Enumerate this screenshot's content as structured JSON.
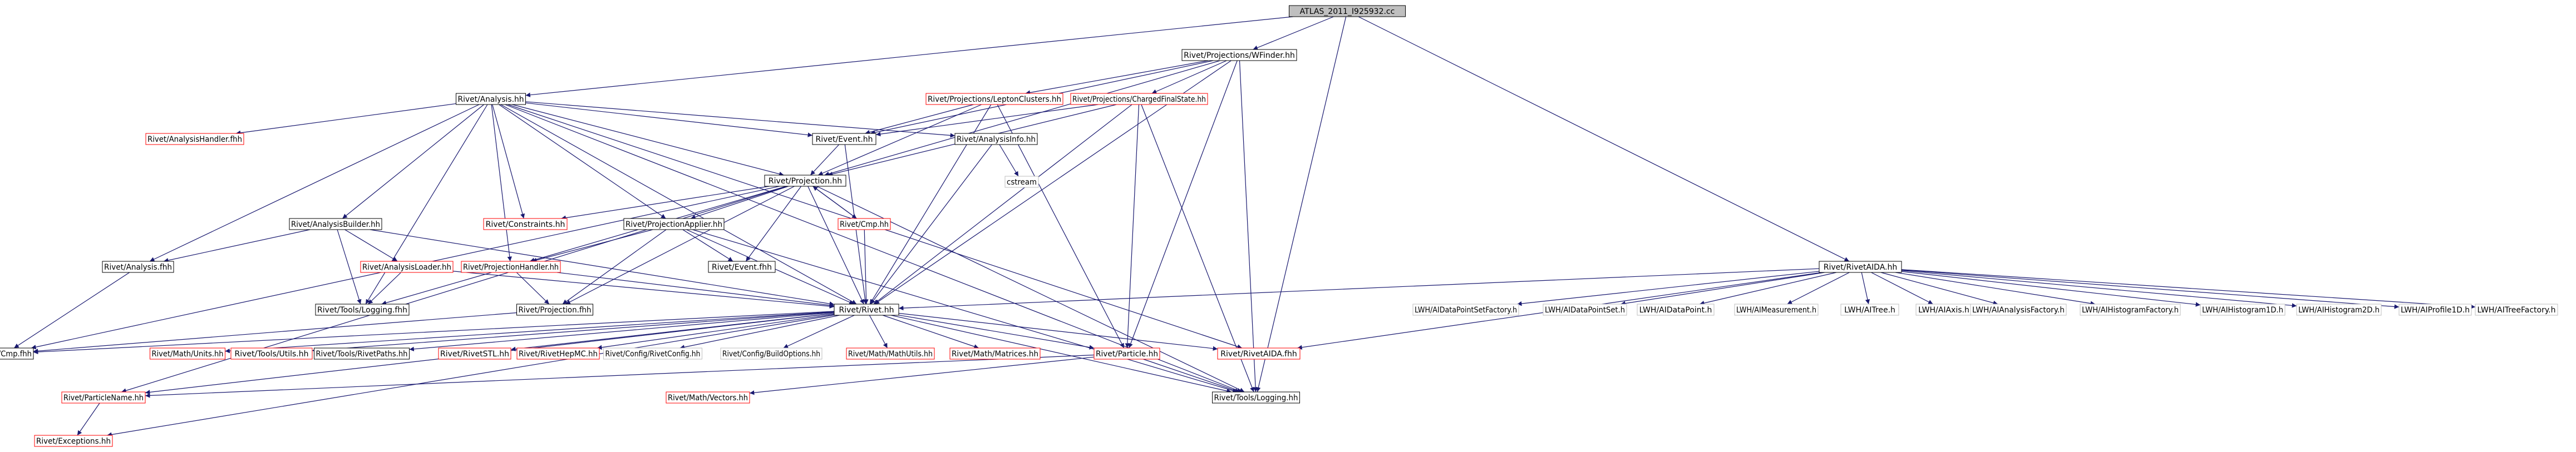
{
  "graph": {
    "colors": {
      "root_fill": "#bfbfbf",
      "node_fill": "#ffffff",
      "documented_border": "#000000",
      "undocumented_border": "#ff0000",
      "plain_border": "#bfbfbf",
      "edge": "#191970"
    },
    "nodes": [
      {
        "id": "root",
        "label": "ATLAS_2011_I925932.cc",
        "kind": "root"
      },
      {
        "id": "wfinder",
        "label": "Rivet/Projections/WFinder.hh",
        "kind": "doc"
      },
      {
        "id": "analysis",
        "label": "Rivet/Analysis.hh",
        "kind": "doc"
      },
      {
        "id": "rivetaida",
        "label": "Rivet/RivetAIDA.hh",
        "kind": "doc"
      },
      {
        "id": "leptonclusters",
        "label": "Rivet/Projections/LeptonClusters.hh",
        "kind": "undoc"
      },
      {
        "id": "chargedfs",
        "label": "Rivet/Projections/ChargedFinalState.hh",
        "kind": "undoc"
      },
      {
        "id": "analysishandler",
        "label": "Rivet/AnalysisHandler.fhh",
        "kind": "undoc"
      },
      {
        "id": "event",
        "label": "Rivet/Event.hh",
        "kind": "doc"
      },
      {
        "id": "analysisinfo",
        "label": "Rivet/AnalysisInfo.hh",
        "kind": "doc"
      },
      {
        "id": "projection",
        "label": "Rivet/Projection.hh",
        "kind": "doc"
      },
      {
        "id": "cstream",
        "label": "cstream",
        "kind": "plain"
      },
      {
        "id": "cmp",
        "label": "Rivet/Cmp.hh",
        "kind": "undoc"
      },
      {
        "id": "analysisbuilder",
        "label": "Rivet/AnalysisBuilder.hh",
        "kind": "doc"
      },
      {
        "id": "constraints",
        "label": "Rivet/Constraints.hh",
        "kind": "undoc"
      },
      {
        "id": "projapplier",
        "label": "Rivet/ProjectionApplier.hh",
        "kind": "doc"
      },
      {
        "id": "analysisfhh",
        "label": "Rivet/Analysis.fhh",
        "kind": "doc"
      },
      {
        "id": "analysisloader",
        "label": "Rivet/AnalysisLoader.hh",
        "kind": "undoc"
      },
      {
        "id": "projhandler",
        "label": "Rivet/ProjectionHandler.hh",
        "kind": "undoc"
      },
      {
        "id": "eventfhh",
        "label": "Rivet/Event.fhh",
        "kind": "doc"
      },
      {
        "id": "loggingfhh",
        "label": "Rivet/Tools/Logging.fhh",
        "kind": "doc"
      },
      {
        "id": "projectionfhh",
        "label": "Rivet/Projection.fhh",
        "kind": "doc"
      },
      {
        "id": "rivethh",
        "label": "Rivet/Rivet.hh",
        "kind": "doc"
      },
      {
        "id": "cmpfhh",
        "label": "Rivet/Cmp.fhh",
        "kind": "doc"
      },
      {
        "id": "mathunits",
        "label": "Rivet/Math/Units.hh",
        "kind": "undoc"
      },
      {
        "id": "toolsutils",
        "label": "Rivet/Tools/Utils.hh",
        "kind": "undoc"
      },
      {
        "id": "rivetpaths",
        "label": "Rivet/Tools/RivetPaths.hh",
        "kind": "doc"
      },
      {
        "id": "rivetstl",
        "label": "Rivet/RivetSTL.hh",
        "kind": "undoc"
      },
      {
        "id": "rivethepmc",
        "label": "Rivet/RivetHepMC.hh",
        "kind": "undoc"
      },
      {
        "id": "rivetconfig",
        "label": "Rivet/Config/RivetConfig.hh",
        "kind": "plain"
      },
      {
        "id": "buildoptions",
        "label": "Rivet/Config/BuildOptions.hh",
        "kind": "plain"
      },
      {
        "id": "mathutils",
        "label": "Rivet/Math/MathUtils.hh",
        "kind": "undoc"
      },
      {
        "id": "matrices",
        "label": "Rivet/Math/Matrices.hh",
        "kind": "undoc"
      },
      {
        "id": "particle",
        "label": "Rivet/Particle.hh",
        "kind": "undoc"
      },
      {
        "id": "rivetaidafhh",
        "label": "Rivet/RivetAIDA.fhh",
        "kind": "undoc"
      },
      {
        "id": "particlename",
        "label": "Rivet/ParticleName.hh",
        "kind": "undoc"
      },
      {
        "id": "mathvectors",
        "label": "Rivet/Math/Vectors.hh",
        "kind": "undoc"
      },
      {
        "id": "logginghh",
        "label": "Rivet/Tools/Logging.hh",
        "kind": "doc"
      },
      {
        "id": "exceptions",
        "label": "Rivet/Exceptions.hh",
        "kind": "undoc"
      },
      {
        "id": "dpsfactory",
        "label": "LWH/AIDataPointSetFactory.h",
        "kind": "plain"
      },
      {
        "id": "dpset",
        "label": "LWH/AIDataPointSet.h",
        "kind": "plain"
      },
      {
        "id": "datapoint",
        "label": "LWH/AIDataPoint.h",
        "kind": "plain"
      },
      {
        "id": "measurement",
        "label": "LWH/AIMeasurement.h",
        "kind": "plain"
      },
      {
        "id": "aitree",
        "label": "LWH/AITree.h",
        "kind": "plain"
      },
      {
        "id": "aiaxis",
        "label": "LWH/AIAxis.h",
        "kind": "plain"
      },
      {
        "id": "aianalysisfactory",
        "label": "LWH/AIAnalysisFactory.h",
        "kind": "plain"
      },
      {
        "id": "histfactory",
        "label": "LWH/AIHistogramFactory.h",
        "kind": "plain"
      },
      {
        "id": "hist1d",
        "label": "LWH/AIHistogram1D.h",
        "kind": "plain"
      },
      {
        "id": "hist2d",
        "label": "LWH/AIHistogram2D.h",
        "kind": "plain"
      },
      {
        "id": "profile1d",
        "label": "LWH/AIProfile1D.h",
        "kind": "plain"
      },
      {
        "id": "treefactory",
        "label": "LWH/AITreeFactory.h",
        "kind": "plain"
      }
    ]
  }
}
